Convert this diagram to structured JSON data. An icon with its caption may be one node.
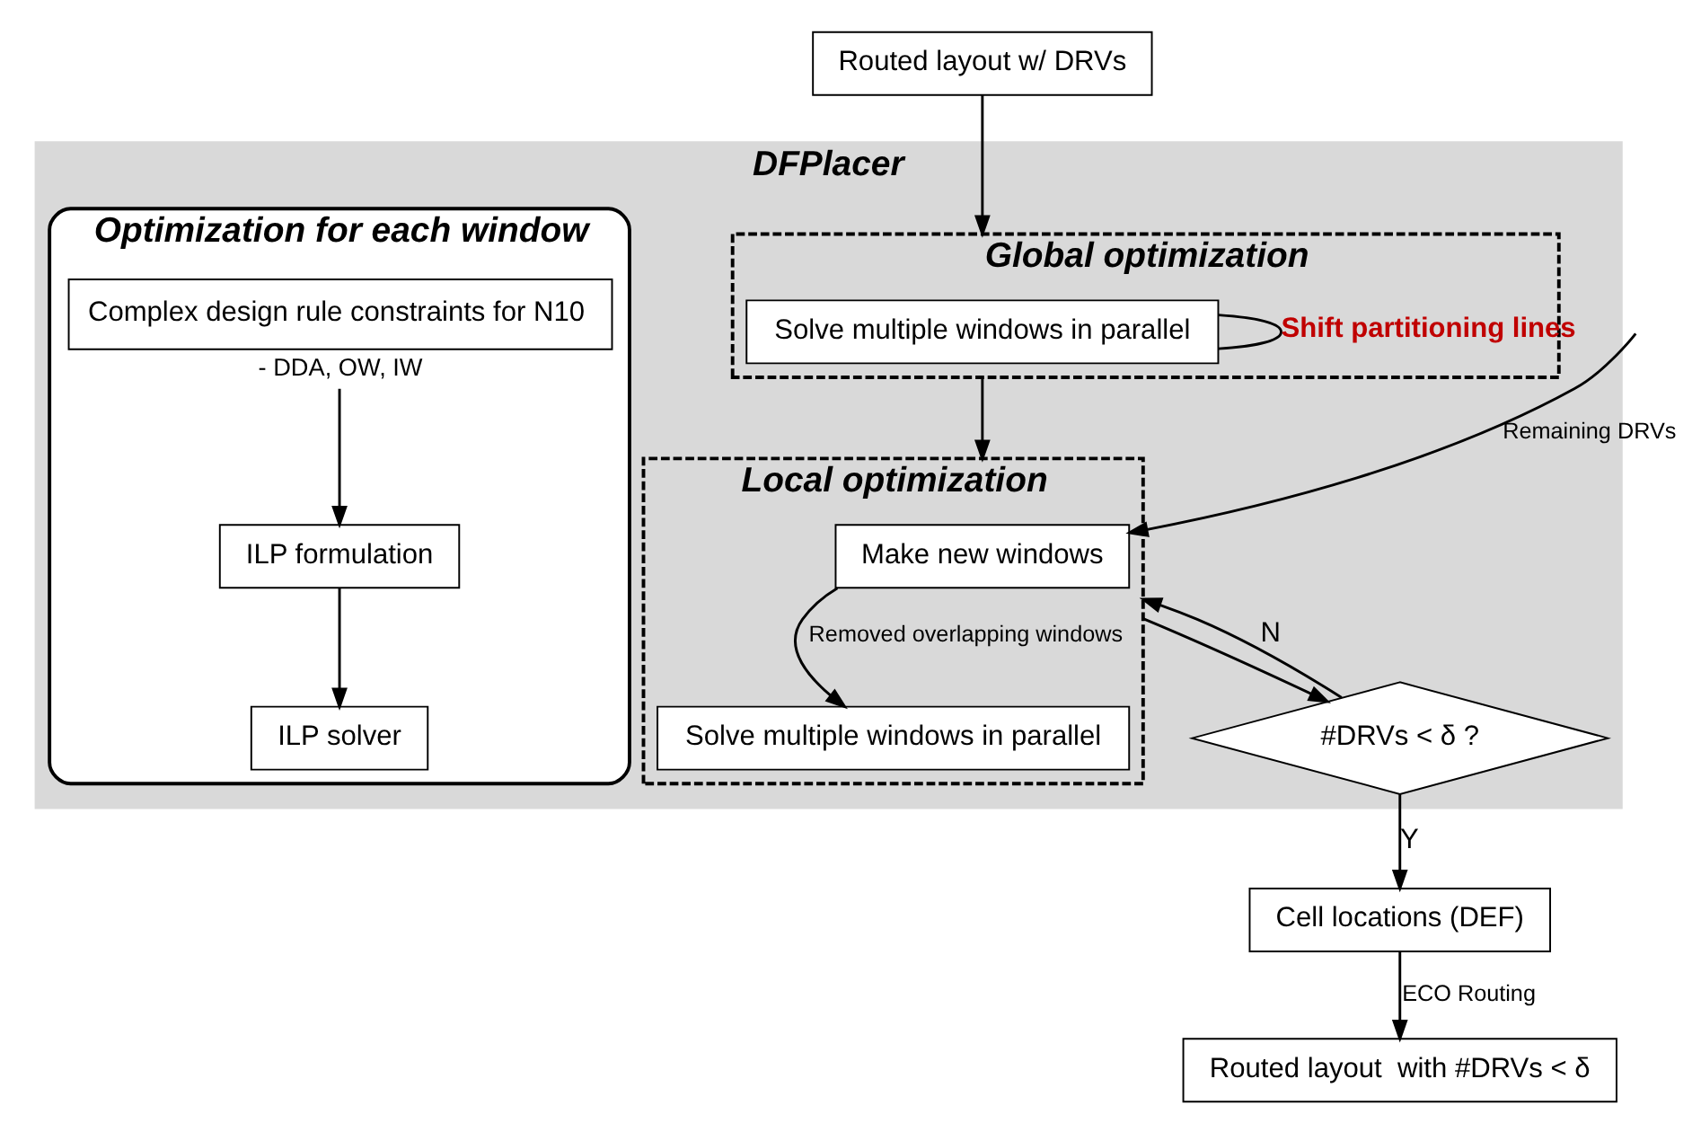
{
  "diagram": {
    "nodes": [
      {
        "text": [
          "Routed layout w/ DRVs"
        ]
      },
      {
        "text": [
          "DFPlacer"
        ]
      },
      {
        "text": [
          "Global optimization"
        ],
        "in": 1
      },
      {
        "text": [
          "Solve multiple windows in parallel"
        ],
        "in": 2
      },
      {
        "text": [
          "Local optimization"
        ],
        "in": 1
      },
      {
        "text": [
          "Make new windows"
        ],
        "in": 4
      },
      {
        "text": [
          "Solve multiple windows in parallel"
        ],
        "in": 4
      },
      {
        "text": [
          "#DRVs < δ ?"
        ],
        "in": 1
      },
      {
        "text": [
          "Optimization for each window"
        ],
        "in": 1
      },
      {
        "text": [
          "Complex design rule constraints for N10"
        ],
        "beside": [
          "- DDA, OW, IW"
        ],
        "in": 8
      },
      {
        "text": [
          "ILP formulation"
        ],
        "in": 8
      },
      {
        "text": [
          "ILP solver"
        ],
        "in": 8
      },
      {
        "text": [
          "Cell locations (DEF)"
        ]
      },
      {
        "text": [
          "Routed layout  with #DRVs < δ"
        ]
      }
    ],
    "edges": [
      {
        "from": 0,
        "to": 2,
        "arrow": "to"
      },
      {
        "from": 3,
        "to": 3,
        "arrow": "none",
        "label": "Shift partitioning lines"
      },
      {
        "from": 2,
        "to": 4,
        "arrow": "to"
      },
      {
        "from": null,
        "to": 5,
        "arrow": "to",
        "label": "Remaining DRVs"
      },
      {
        "from": 5,
        "to": 6,
        "arrow": "to",
        "label": "Removed overlapping windows"
      },
      {
        "from": 4,
        "to": 7,
        "arrow": "to"
      },
      {
        "from": 7,
        "to": 4,
        "arrow": "to",
        "label": "N"
      },
      {
        "from": 7,
        "to": 12,
        "arrow": "to",
        "label": "Y"
      },
      {
        "from": 12,
        "to": 13,
        "arrow": "to",
        "label": "ECO Routing"
      },
      {
        "from": 9,
        "to": 10,
        "arrow": "to"
      },
      {
        "from": 10,
        "to": 11,
        "arrow": "to"
      }
    ]
  }
}
